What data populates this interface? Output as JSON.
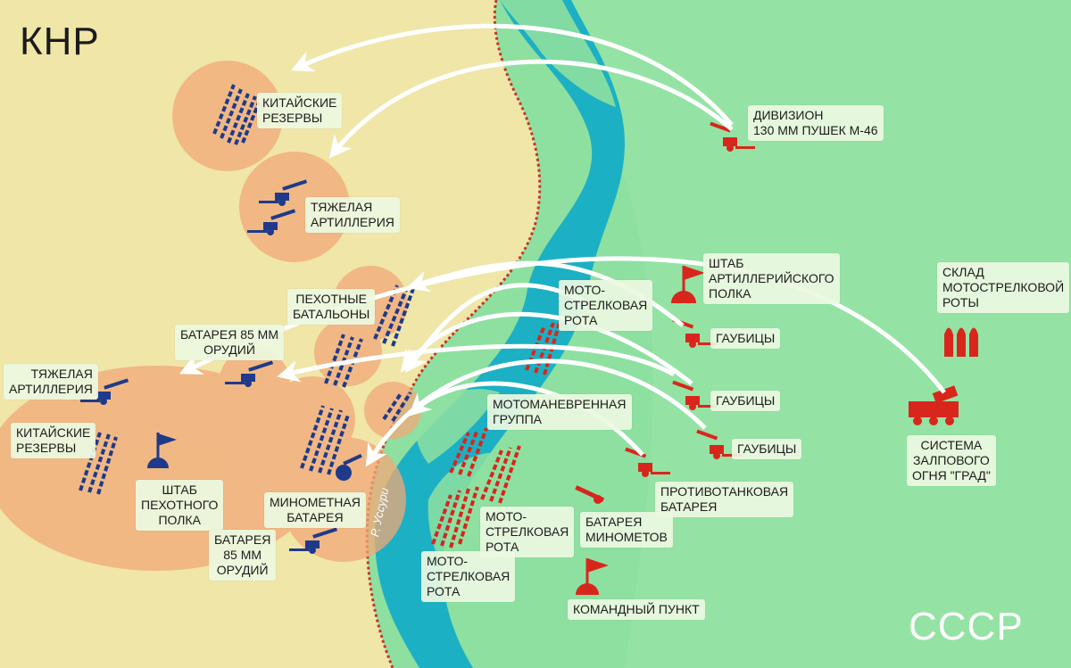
{
  "countries": {
    "china": "КНР",
    "ussr": "СССР"
  },
  "river": "Р. Уссури",
  "colors": {
    "china_land": "#efe6a8",
    "ussr_land": "#8ee0a0",
    "river": "#1cb0c4",
    "border": "#c8322a",
    "chinese_units": "#1f3a8a",
    "soviet_units": "#d8261c",
    "zones": "#f2a878"
  },
  "labels": {
    "chinese_reserves_top": "КИТАЙСКИЕ\nРЕЗЕРВЫ",
    "heavy_artillery_top": "ТЯЖЕЛАЯ\nАРТИЛЛЕРИЯ",
    "infantry_battalions": "ПЕХОТНЫЕ\nБАТАЛЬОНЫ",
    "battery_85_top": "БАТАРЕЯ 85 ММ\nОРУДИЙ",
    "heavy_artillery_left": "ТЯЖЕЛАЯ\nАРТИЛЛЕРИЯ",
    "chinese_reserves_left": "КИТАЙСКИЕ\nРЕЗЕРВЫ",
    "infantry_regiment_hq": "ШТАБ\nПЕХОТНОГО\nПОЛКА",
    "mortar_battery": "МИНОМЕТНАЯ\nБАТАРЕЯ",
    "battery_85_bottom": "БАТАРЕЯ\n85 ММ\nОРУДИЙ",
    "division_130": "ДИВИЗИОН\n130 ММ ПУШЕК М-46",
    "artillery_regiment_hq": "ШТАБ\nАРТИЛЛЕРИЙСКОГО\nПОЛКА",
    "motor_rifle_company_top": "МОТО-\nСТРЕЛКОВАЯ\nРОТА",
    "howitzers_1": "ГАУБИЦЫ",
    "howitzers_2": "ГАУБИЦЫ",
    "howitzers_3": "ГАУБИЦЫ",
    "mobile_group": "МОТОМАНЕВРЕННАЯ\nГРУППА",
    "antitank_battery": "ПРОТИВОТАНКОВАЯ\nБАТАРЕЯ",
    "motor_rifle_company_mid": "МОТО-\nСТРЕЛКОВАЯ\nРОТА",
    "mortar_battery_ussr": "БАТАРЕЯ\nМИНОМЕТОВ",
    "motor_rifle_company_low": "МОТО-\nСТРЕЛКОВАЯ\nРОТА",
    "command_post": "КОМАНДНЫЙ ПУНКТ",
    "depot": "СКЛАД\nМОТОСТРЕЛКОВОЙ\nРОТЫ",
    "grad": "СИСТЕМА\nЗАЛПОВОГО\nОГНЯ \"ГРАД\""
  }
}
